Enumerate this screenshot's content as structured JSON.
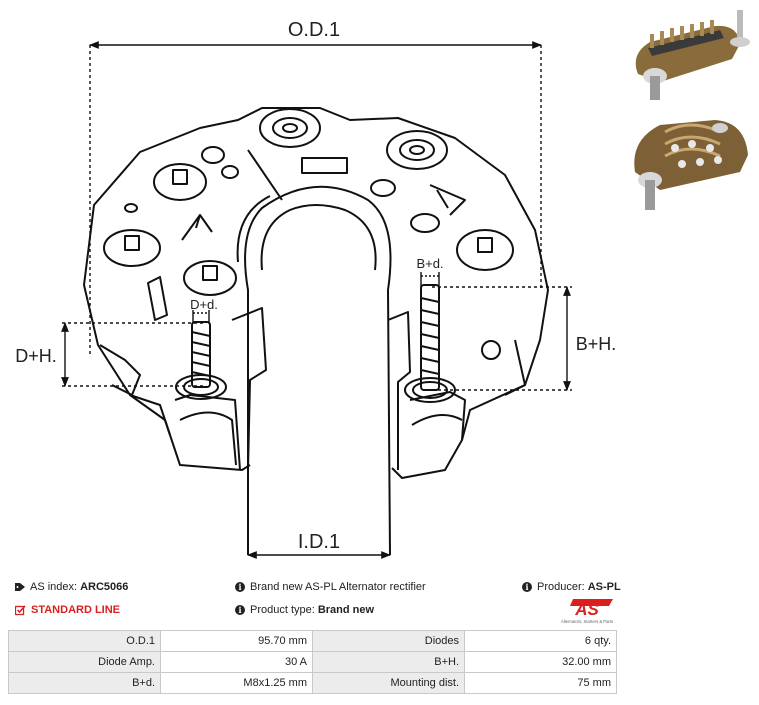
{
  "drawing": {
    "labels": {
      "od1": "O.D.1",
      "id1": "I.D.1",
      "dh": "D+H.",
      "bh": "B+H.",
      "dd": "D+d.",
      "bd": "B+d."
    }
  },
  "info": {
    "as_index_label": "AS index:",
    "as_index_value": "ARC5066",
    "description": "Brand new AS-PL Alternator rectifier",
    "producer_label": "Producer:",
    "producer_value": "AS-PL",
    "line": "STANDARD LINE",
    "product_type_label": "Product type:",
    "product_type_value": "Brand new"
  },
  "logo": {
    "text": "AS",
    "tagline": "Alternators, Starters & Parts",
    "color": "#d9201f"
  },
  "specs": [
    [
      "O.D.1",
      "95.70 mm",
      "Diodes",
      "6 qty."
    ],
    [
      "Diode Amp.",
      "30 A",
      "B+H.",
      "32.00 mm"
    ],
    [
      "B+d.",
      "M8x1.25 mm",
      "Mounting dist.",
      "75 mm"
    ]
  ]
}
